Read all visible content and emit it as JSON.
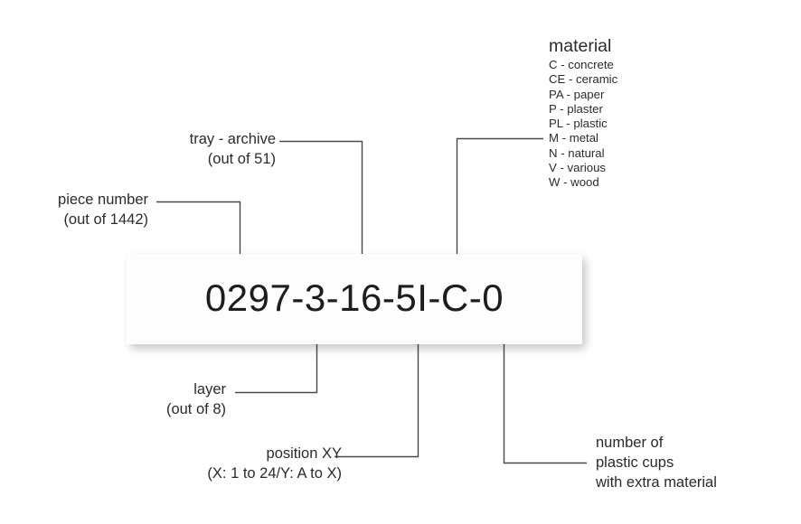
{
  "diagram": {
    "code": {
      "value": "0297-3-16-5I-C-0"
    },
    "annotations": {
      "piece_number": {
        "title": "piece number",
        "detail": "(out of 1442)"
      },
      "tray_archive": {
        "title": "tray - archive",
        "detail": "(out of 51)"
      },
      "layer": {
        "title": "layer",
        "detail": "(out of 8)"
      },
      "position_xy": {
        "title": "position XY",
        "detail": "(X: 1 to 24/Y: A to X)"
      },
      "plastic_cups": {
        "line1": "number of",
        "line2": "plastic cups",
        "line3": "with extra material"
      }
    },
    "material_legend": {
      "title": "material",
      "items": [
        {
          "code": "C",
          "name": "concrete",
          "text": "C - concrete"
        },
        {
          "code": "CE",
          "name": "ceramic",
          "text": "CE - ceramic"
        },
        {
          "code": "PA",
          "name": "paper",
          "text": "PA - paper"
        },
        {
          "code": "P",
          "name": "plaster",
          "text": "P - plaster"
        },
        {
          "code": "PL",
          "name": "plastic",
          "text": "PL - plastic"
        },
        {
          "code": "M",
          "name": "metal",
          "text": "M - metal"
        },
        {
          "code": "N",
          "name": "natural",
          "text": "N - natural"
        },
        {
          "code": "V",
          "name": "various",
          "text": "V - various"
        },
        {
          "code": "W",
          "name": "wood",
          "text": "W - wood"
        }
      ]
    },
    "colors": {
      "background": "#ffffff",
      "text": "#2b2b2b",
      "code_text": "#1d1d1f",
      "leader_line": "#4a4a4a",
      "card_fill": "#fdfdfd"
    }
  }
}
